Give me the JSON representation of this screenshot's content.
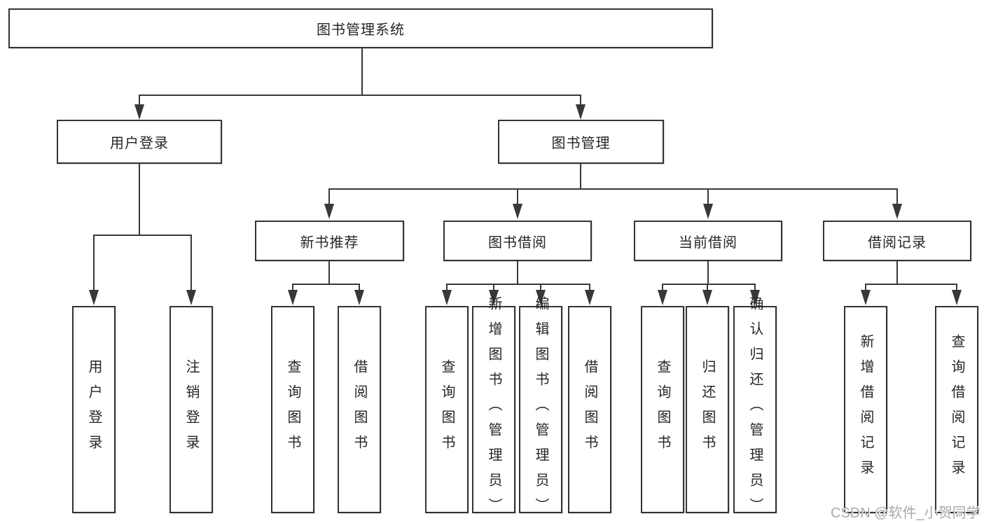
{
  "diagram": {
    "root": "图书管理系统",
    "level2": {
      "user_login": "用户登录",
      "book_mgmt": "图书管理"
    },
    "level3": {
      "new_books": "新书推荐",
      "book_borrow": "图书借阅",
      "current_borrow": "当前借阅",
      "borrow_records": "借阅记录"
    },
    "leaves": {
      "user_login_leaf": "用户登录",
      "logout": "注销登录",
      "nb_query": "查询图书",
      "nb_borrow": "借阅图书",
      "bb_query": "查询图书",
      "bb_add": "新增图书（管理员）",
      "bb_edit": "编辑图书（管理员）",
      "bb_borrow": "借阅图书",
      "cb_query": "查询图书",
      "cb_return": "归还图书",
      "cb_confirm": "确认归还（管理员）",
      "br_add": "新增借阅记录",
      "br_query": "查询借阅记录"
    }
  },
  "watermark": {
    "text": "CSDN @软件_小贺同学"
  },
  "colors": {
    "line": "#383838",
    "border": "#333333",
    "text": "#262626",
    "background": "#ffffff",
    "watermark": "#a9a9a9"
  }
}
